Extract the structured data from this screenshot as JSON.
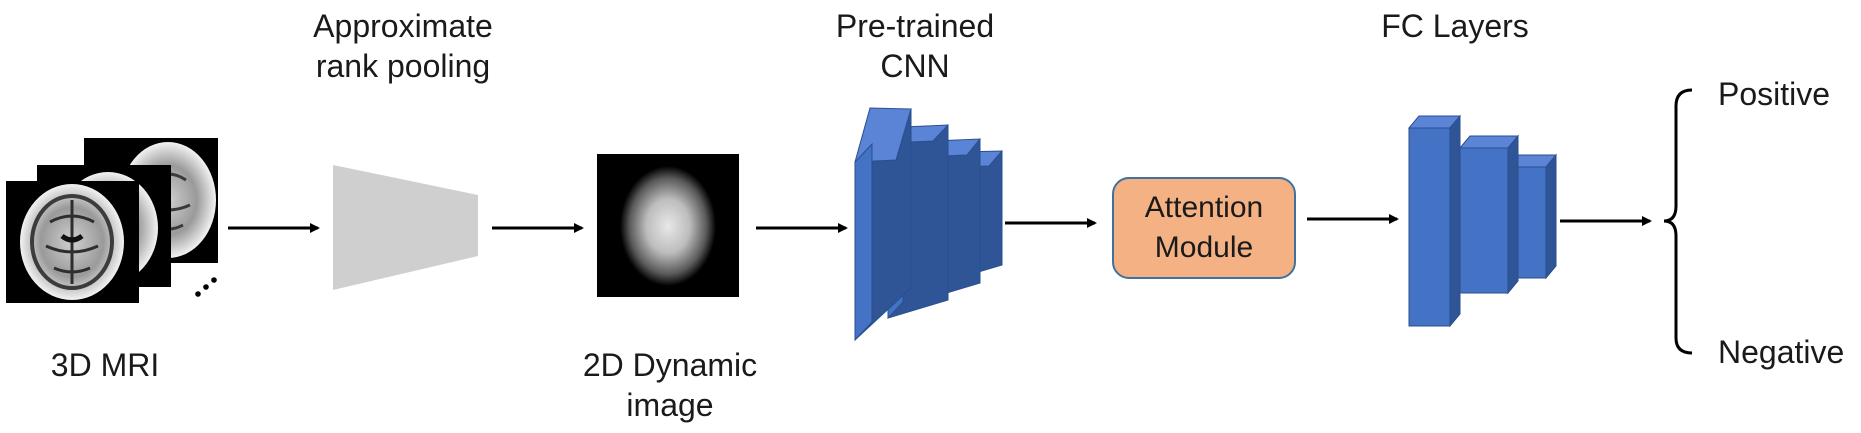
{
  "labels": {
    "mri": "3D MRI",
    "rank_pooling": [
      "Approximate",
      "rank pooling"
    ],
    "dynamic_image": [
      "2D Dynamic",
      "image"
    ],
    "cnn": [
      "Pre-trained",
      "CNN"
    ],
    "fc": "FC Layers",
    "attention": [
      "Attention",
      "Module"
    ],
    "positive": "Positive",
    "negative": "Negative"
  },
  "colors": {
    "block_front": "#4472c4",
    "block_top": "#5b84d6",
    "block_side": "#2f5597",
    "block_edge": "#2a4f8f",
    "attention_fill": "#f4b183",
    "attention_border": "#41719c",
    "trapezoid": "#cfcfcf",
    "arrow": "#000000"
  }
}
